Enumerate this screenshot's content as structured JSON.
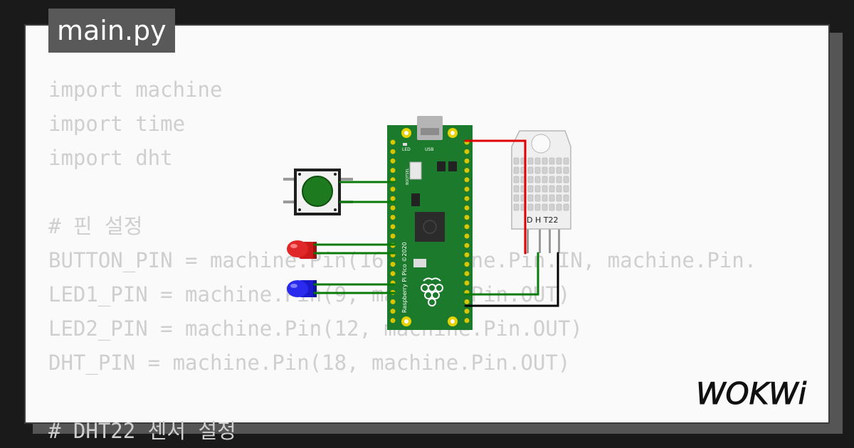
{
  "file_tab": {
    "name": "main.py"
  },
  "code_lines": [
    "import machine",
    "import time",
    "import dht",
    "",
    "# 핀 설정",
    "BUTTON_PIN = machine.Pin(16, machine.Pin.IN, machine.Pin.",
    "LED1_PIN = machine.Pin(9, machine.Pin.OUT)",
    "LED2_PIN = machine.Pin(12, machine.Pin.OUT)",
    "DHT_PIN = machine.Pin(18, machine.Pin.OUT)",
    "",
    "# DHT22 센서 설정"
  ],
  "board": {
    "silkscreen": "Raspberry Pi Pico ©2020",
    "led_label": "LED",
    "usb_label": "USB",
    "bootsel_label": "BOOTSEL",
    "colors": {
      "pcb": "#1b7a2c",
      "pin": "#e6d200"
    }
  },
  "sensor": {
    "label": "D H T22"
  },
  "brand": {
    "logo_text": "WOKWi"
  },
  "colors": {
    "background": "#1a1a1a",
    "canvas": "#fafafa",
    "tab": "#595959",
    "code_text": "#cfcfcf",
    "wire_green": "#0a7a0a",
    "wire_red": "#e00000",
    "wire_black": "#000000",
    "led_red": "#e02020",
    "led_blue": "#2020e0",
    "button_cap": "#1e7a1e"
  }
}
